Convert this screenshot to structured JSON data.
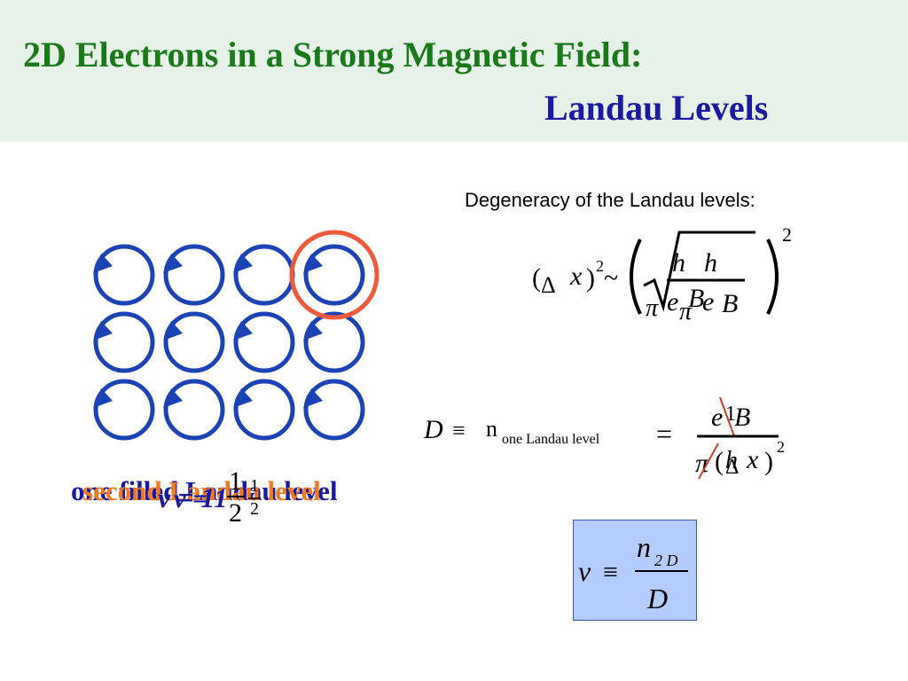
{
  "title": {
    "line1": "2D Electrons in a Strong Magnetic Field:",
    "line2": "Landau Levels"
  },
  "degeneracy_label": "Degeneracy of the Landau levels:",
  "formula_dx": {
    "lparen": "(",
    "delta": "Δ",
    "x": "x",
    "rparen": ")",
    "exp": "2",
    "tilde": "~",
    "h1": "h",
    "h2": "h",
    "pi1": "π",
    "e1": "e",
    "B1": "B",
    "pi2": "π",
    "e2": "e",
    "B2": "B",
    "outer_exp": "2"
  },
  "formula_D": {
    "D": "D",
    "equiv": "≡",
    "n": "n",
    "n_sub": "one Landau level",
    "eq": "=",
    "e": "e",
    "one": "1",
    "B": "B",
    "pi": "π",
    "lparen": "(",
    "h": "h",
    "delta": "Δ",
    "x": "x",
    "rparen": ")",
    "exp": "2"
  },
  "formula_nu": {
    "nu": "ν",
    "equiv": "≡",
    "n": "n",
    "n_sub": "2 D",
    "D": "D"
  },
  "captions": {
    "one_filled": "one filled Landau level",
    "second": "second Landau level",
    "nu_big": "ν = 1",
    "nu_small": "ν = 1",
    "frac_num_big": "1",
    "frac_den_big": "2",
    "frac_num_small": "1",
    "frac_den_small": "2"
  },
  "colors": {
    "header_bg": "#e6f2e8",
    "title_green": "#1a7a1a",
    "title_blue": "#1a1aa0",
    "orbit_blue": "#1b43b5",
    "highlight_red": "#f05a3a",
    "caption_orange": "#f07a22",
    "nu_box_bg": "#b4ccff"
  },
  "icons": {
    "orbit": "circular-arrow-orbit-icon",
    "highlight": "red-highlight-circle-icon"
  }
}
